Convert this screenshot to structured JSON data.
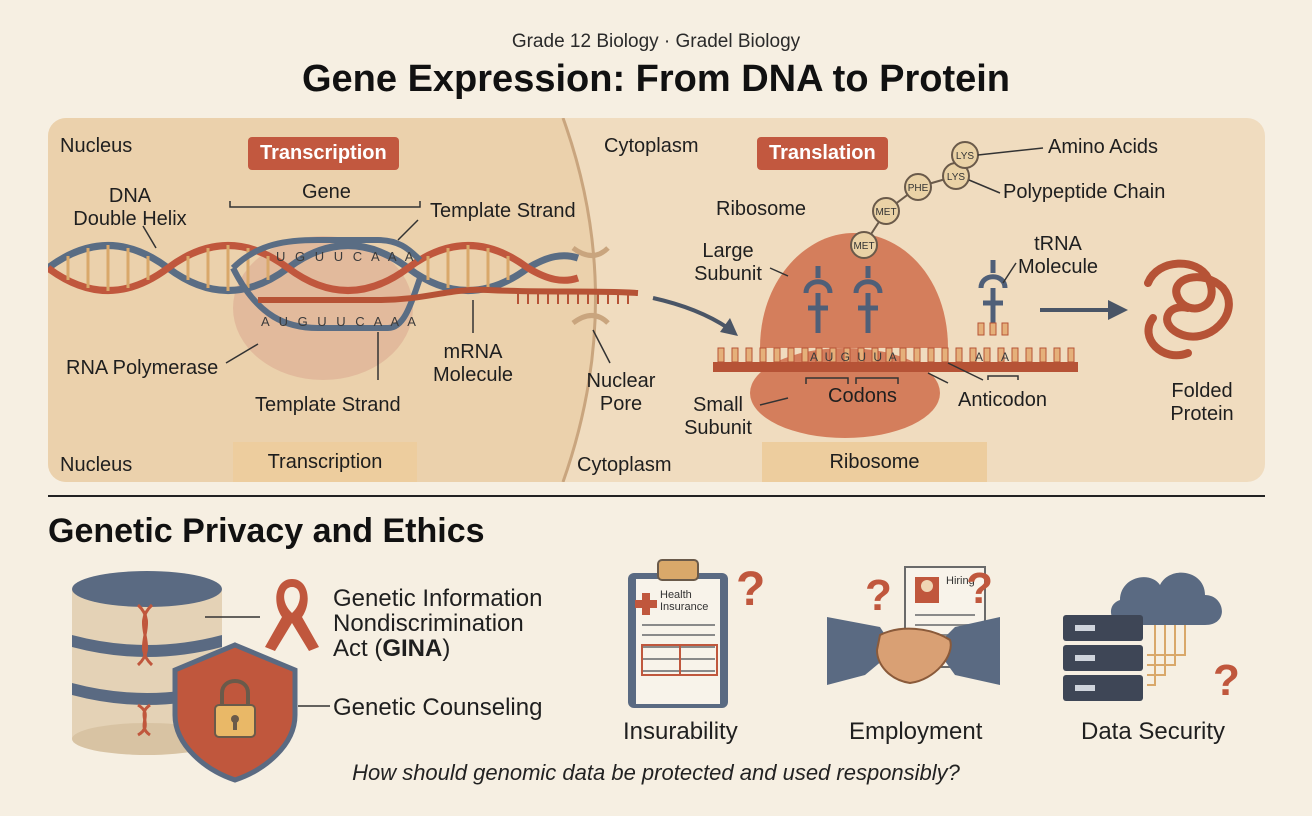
{
  "header": {
    "subtitle": "Grade 12 Biology · Gradel Biology",
    "title": "Gene Expression: From DNA to Protein"
  },
  "diagram": {
    "nucleus_top": "Nucleus",
    "nucleus_bottom": "Nucleus",
    "cytoplasm_top": "Cytoplasm",
    "cytoplasm_bottom": "Cytoplasm",
    "transcription_badge": "Transcription",
    "translation_badge": "Translation",
    "transcription_footer": "Transcription",
    "ribosome_footer": "Ribosome",
    "dna_line1": "DNA",
    "dna_line2": "Double Helix",
    "gene": "Gene",
    "template_strand_top": "Template Strand",
    "template_strand_bottom": "Template Strand",
    "rna_polymerase": "RNA Polymerase",
    "mrna_line1": "mRNA",
    "mrna_line2": "Molecule",
    "nuclear_pore_line1": "Nuclear",
    "nuclear_pore_line2": "Pore",
    "ribosome": "Ribosome",
    "large_subunit_line1": "Large",
    "large_subunit_line2": "Subunit",
    "small_subunit_line1": "Small",
    "small_subunit_line2": "Subunit",
    "codons": "Codons",
    "anticodon": "Anticodon",
    "trna_line1": "tRNA",
    "trna_line2": "Molecule",
    "amino_acids": "Amino Acids",
    "polypeptide_chain": "Polypeptide Chain",
    "folded_protein_line1": "Folded",
    "folded_protein_line2": "Protein",
    "upper_bases": "U G U U C A A A",
    "lower_bases": "A U G U U C A A A",
    "ribosome_bases": "A U G U U A",
    "trna_bases": "A A",
    "aa_met_1": "MET",
    "aa_met_2": "MET",
    "aa_phe": "PHE",
    "aa_lys_1": "LYS",
    "aa_lys_2": "LYS"
  },
  "ethics": {
    "heading": "Genetic Privacy and Ethics",
    "gina_line1": "Genetic Information",
    "gina_line2": "Nondiscrimination",
    "gina_line3_prefix": "Act (",
    "gina_line3_bold": "GINA",
    "gina_line3_suffix": ")",
    "counseling": "Genetic Counseling",
    "insurability": "Insurability",
    "employment": "Employment",
    "data_security": "Data Security",
    "health_insurance_line1": "Health",
    "health_insurance_line2": "Insurance",
    "hiring": "Hiring",
    "question": "How should genomic data be protected and used responsibly?"
  },
  "colors": {
    "accent_red": "#c2583f",
    "panel_bg": "#f0dcbf",
    "page_bg": "#f6efe2",
    "dna_blue": "#5a6d84",
    "dna_red": "#c0573d"
  }
}
